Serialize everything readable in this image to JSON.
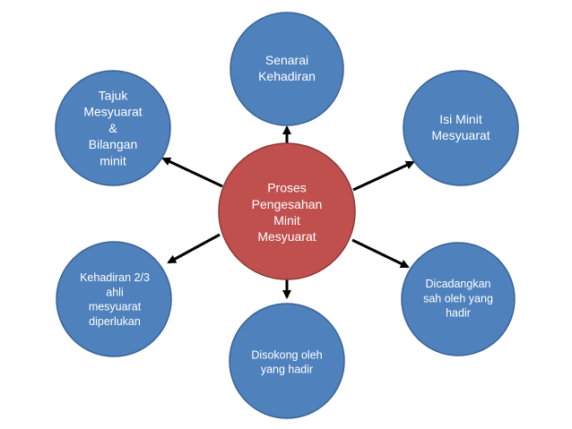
{
  "diagram": {
    "colors": {
      "center_fill": "#C0504D",
      "outer_fill": "#4F81BD",
      "stroke": "#3A6494",
      "center_stroke": "#8C3836",
      "arrow": "#000000",
      "text": "#ffffff"
    },
    "center": {
      "lines": [
        "Proses",
        "Pengesahan",
        "Minit",
        "Mesyuarat"
      ]
    },
    "nodes": [
      {
        "id": "senarai-kehadiran",
        "lines": [
          "Senarai",
          "Kehadiran"
        ]
      },
      {
        "id": "isi-minit-mesyuarat",
        "lines": [
          "Isi Minit",
          "Mesyuarat"
        ]
      },
      {
        "id": "dicadangkan-sah",
        "lines": [
          "Dicadangkan",
          "sah oleh yang",
          "hadir"
        ]
      },
      {
        "id": "disokong-oleh",
        "lines": [
          "Disokong oleh",
          "yang hadir"
        ]
      },
      {
        "id": "kehadiran-2-3",
        "lines": [
          "Kehadiran 2/3",
          "ahli",
          "mesyuarat",
          "diperlukan"
        ]
      },
      {
        "id": "tajuk-mesyuarat",
        "lines": [
          "Tajuk",
          "Mesyuarat",
          "&",
          "Bilangan",
          "minit"
        ]
      }
    ]
  }
}
